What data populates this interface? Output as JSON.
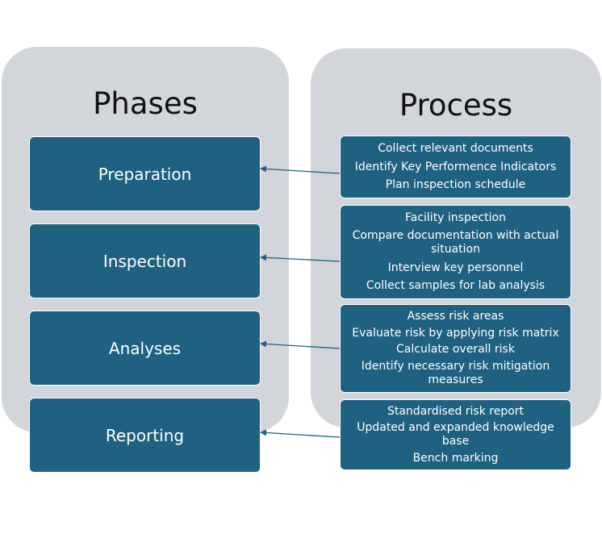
{
  "phases": {
    "title": "Phases",
    "items": [
      {
        "label": "Preparation"
      },
      {
        "label": "Inspection"
      },
      {
        "label": "Analyses"
      },
      {
        "label": "Reporting"
      }
    ]
  },
  "process": {
    "title": "Process",
    "groups": [
      {
        "items": [
          "Collect relevant documents",
          "Identify Key Performence Indicators",
          "Plan inspection schedule"
        ]
      },
      {
        "items": [
          "Facility inspection",
          "Compare documentation with actual situation",
          "Interview key personnel",
          "Collect samples for lab analysis"
        ]
      },
      {
        "items": [
          "Assess risk areas",
          "Evaluate risk by applying risk matrix",
          "Calculate overall risk",
          "Identify necessary risk mitigation measures"
        ]
      },
      {
        "items": [
          "Standardised risk report",
          "Updated and expanded  knowledge base",
          "Bench marking"
        ]
      }
    ]
  },
  "colors": {
    "panel": "#d2d5d9",
    "box": "#1f6180",
    "arrow": "#1f6180"
  }
}
